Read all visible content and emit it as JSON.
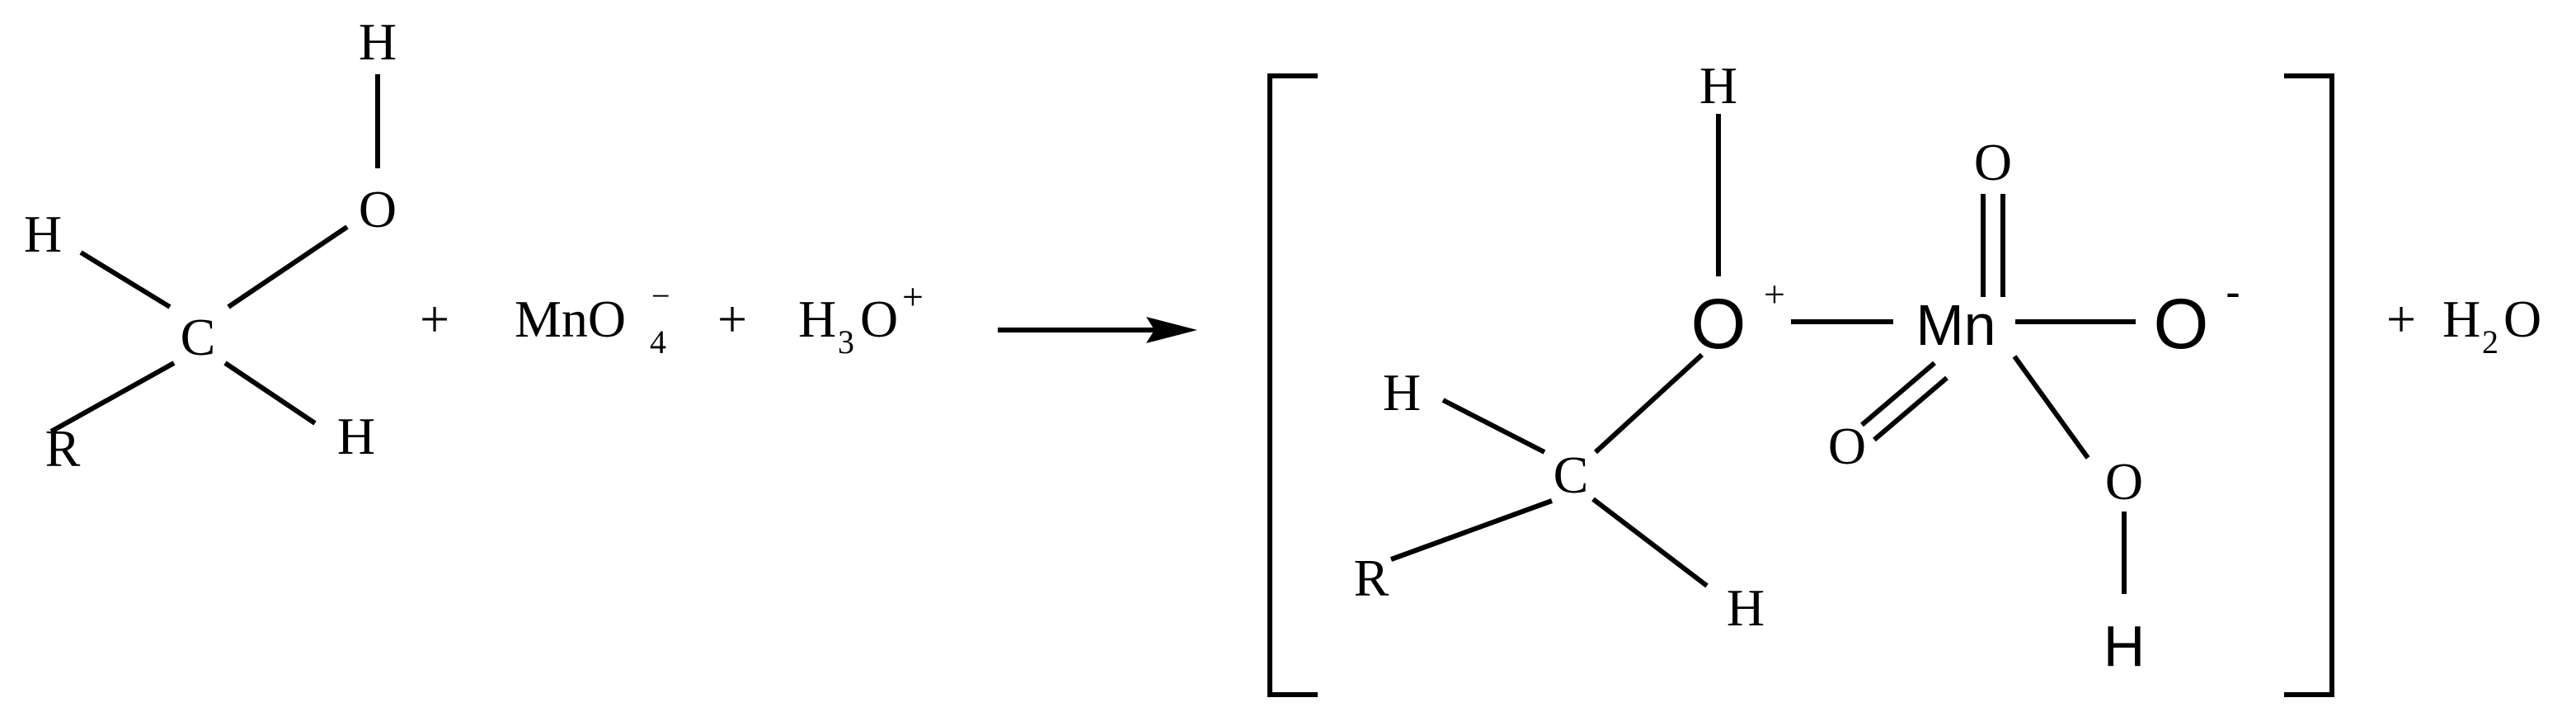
{
  "reactant_alcohol": {
    "atoms": {
      "carbon": "C",
      "oxygen": "O",
      "hydroxyl_h": "H",
      "h_left": "H",
      "h_right": "H",
      "r_group": "R"
    }
  },
  "plus_1": "+",
  "permanganate": {
    "formula": "MnO",
    "subscript": "4",
    "charge": "−"
  },
  "plus_2": "+",
  "hydronium": {
    "h": "H",
    "subscript": "3",
    "o": "O",
    "charge": "+"
  },
  "intermediate": {
    "atoms": {
      "hydroxyl_h": "H",
      "oxygen": "O",
      "oxygen_charge": "+",
      "manganese": "Mn",
      "oxo_top": "O",
      "oxo_left": "O",
      "oxide": "O",
      "oxide_charge": "-",
      "hydroxide_o": "O",
      "hydroxide_h": "H",
      "carbon": "C",
      "h_left": "H",
      "h_bottom": "H",
      "r_group": "R"
    }
  },
  "plus_3": "+",
  "water": {
    "h": "H",
    "subscript": "2",
    "o": "O"
  }
}
